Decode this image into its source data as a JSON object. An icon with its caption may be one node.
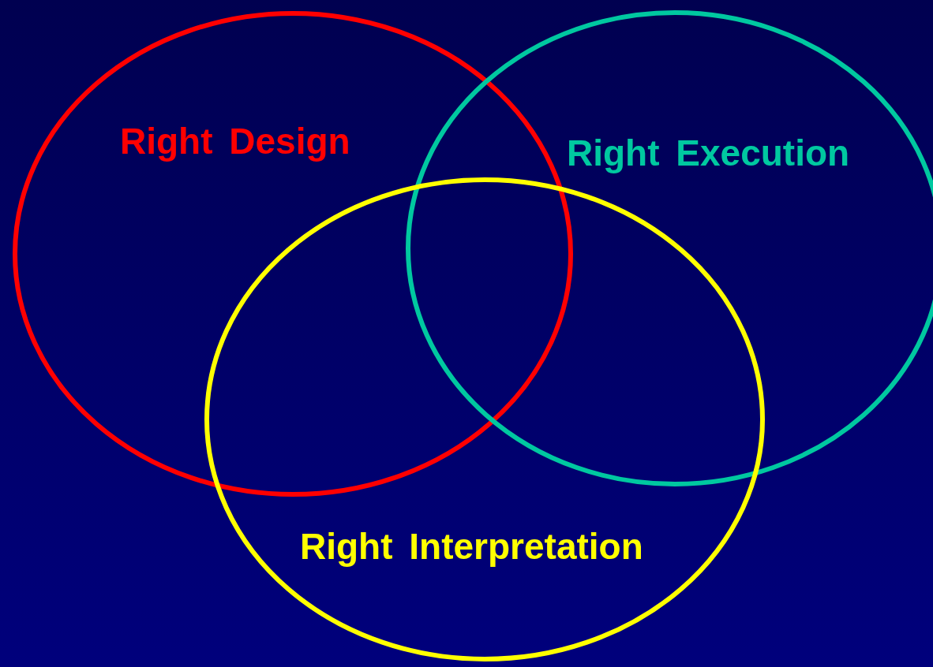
{
  "diagram": {
    "nodes": [
      {
        "text": [
          "Right Design"
        ]
      },
      {
        "text": [
          "Right Execution"
        ]
      },
      {
        "text": [
          "Right Interpretation"
        ]
      }
    ]
  }
}
